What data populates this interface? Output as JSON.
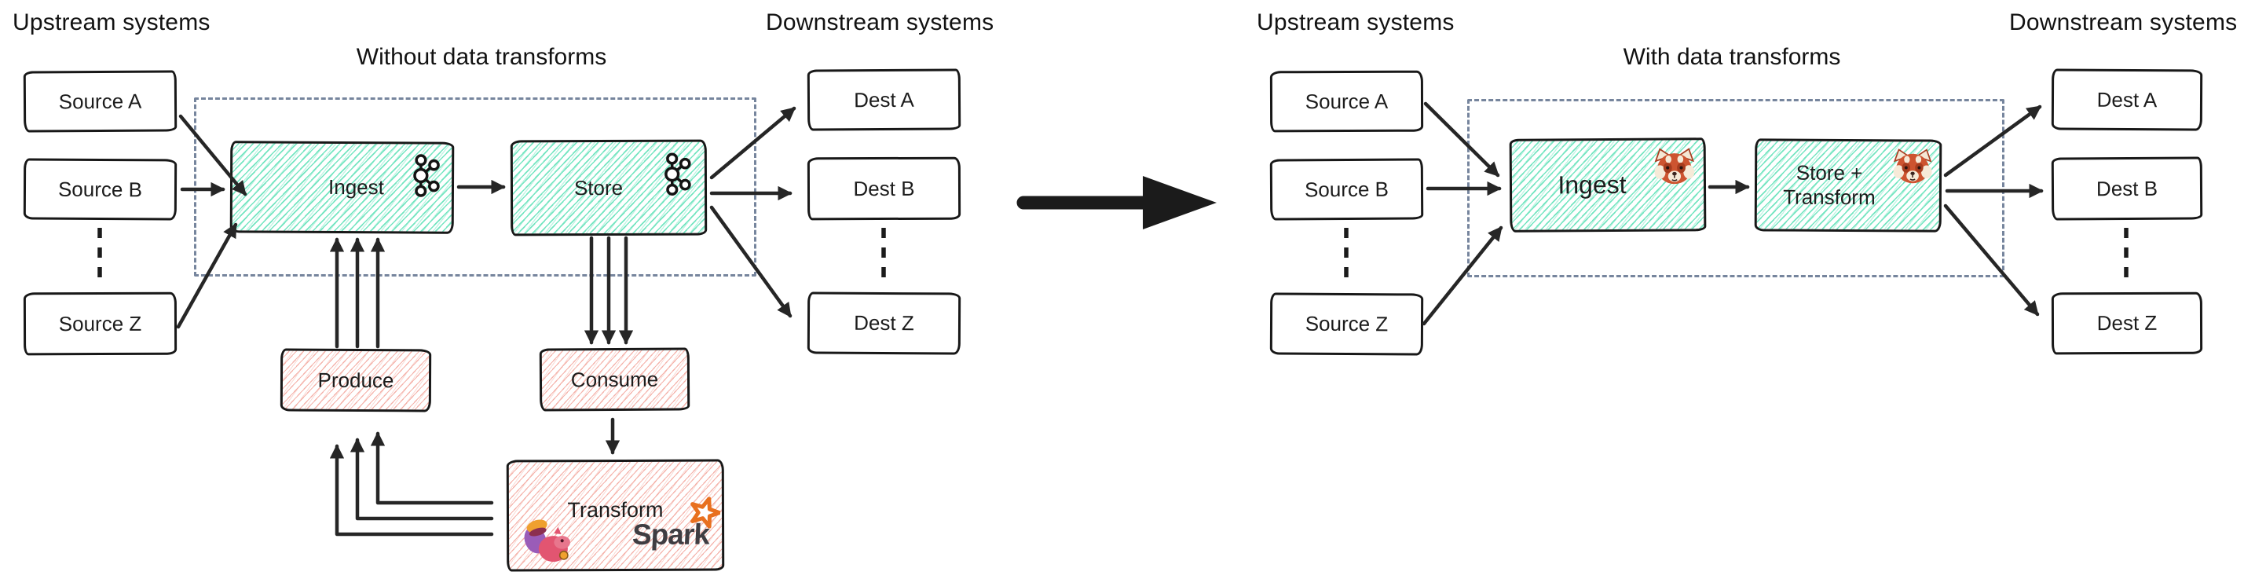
{
  "left": {
    "upstream_label": "Upstream systems",
    "downstream_label": "Downstream systems",
    "title": "Without data transforms",
    "sources": [
      "Source A",
      "Source B",
      "Source Z"
    ],
    "dests": [
      "Dest A",
      "Dest B",
      "Dest Z"
    ],
    "ingest_label": "Ingest",
    "store_label": "Store",
    "produce_label": "Produce",
    "consume_label": "Consume",
    "transform_label": "Transform",
    "spark_wordmark": "Spark"
  },
  "right": {
    "upstream_label": "Upstream systems",
    "downstream_label": "Downstream systems",
    "title": "With data transforms",
    "sources": [
      "Source A",
      "Source B",
      "Source Z"
    ],
    "dests": [
      "Dest A",
      "Dest B",
      "Dest Z"
    ],
    "ingest_label": "Ingest",
    "store_transform_line1": "Store +",
    "store_transform_line2": "Transform"
  },
  "icons": {
    "kafka": "apache-kafka-logo",
    "redpanda": "red-panda-face",
    "flink": "apache-flink-squirrel-logo",
    "spark_star": "spark-star"
  },
  "colors": {
    "ink": "#1c1c1c",
    "teal_hatch": "#7de7c4",
    "pink_hatch": "#f3a89f",
    "dashed_boundary": "#76859d",
    "spark_orange": "#e8701f",
    "spark_text": "#3f3d42"
  }
}
